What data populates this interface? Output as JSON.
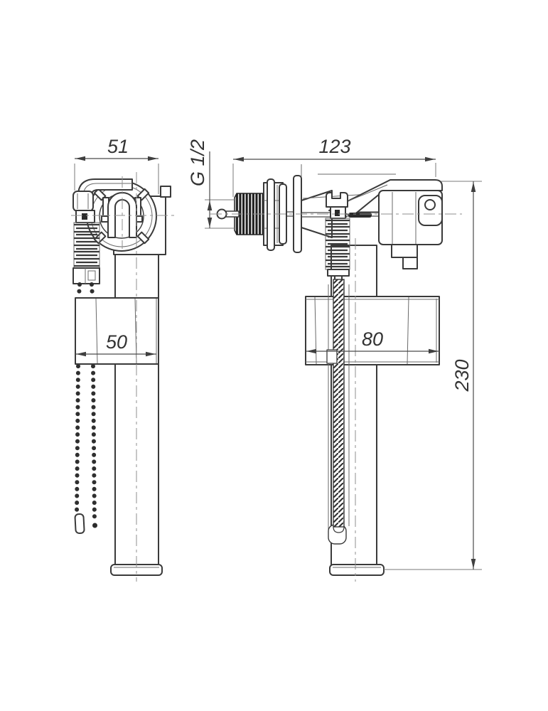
{
  "drawing": {
    "kind": "technical-drawing-two-views"
  },
  "colors": {
    "background": "#ffffff",
    "line": "#3a3a3a",
    "dimension": "#4a4a4a",
    "centerline": "#8f8f8f",
    "base_fill": "#b3b3b3",
    "thread_fill": "#1e1e1e"
  },
  "dimensions": {
    "front_width": "51",
    "side_width": "123",
    "thread_size": "G 1/2",
    "float_front_width": "50",
    "float_side_width": "80",
    "overall_height": "230"
  }
}
